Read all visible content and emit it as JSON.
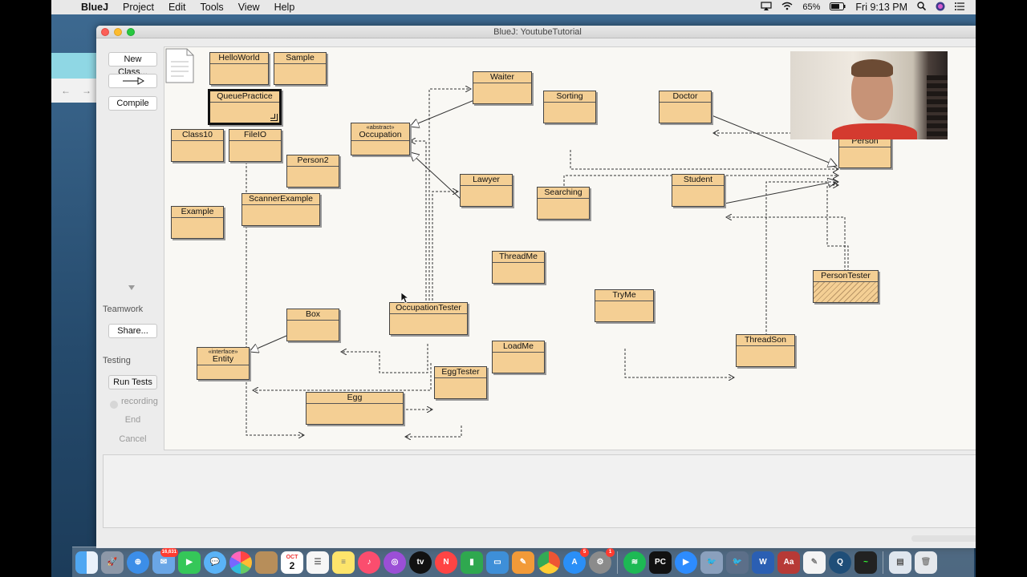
{
  "menubar": {
    "apple_icon": "apple-icon",
    "items": [
      "BlueJ",
      "Project",
      "Edit",
      "Tools",
      "View",
      "Help"
    ],
    "battery": "65%",
    "clock": "Fri 9:13 PM"
  },
  "window": {
    "title": "BlueJ:  YoutubeTutorial"
  },
  "sidebar": {
    "new_class": "New Class...",
    "compile": "Compile",
    "teamwork_label": "Teamwork",
    "share": "Share...",
    "testing_label": "Testing",
    "run_tests": "Run Tests",
    "recording": "recording",
    "end": "End",
    "cancel": "Cancel"
  },
  "classes": {
    "helloworld": "HelloWorld",
    "sample": "Sample",
    "queuepractice": "QueuePractice",
    "class10": "Class10",
    "fileio": "FileIO",
    "person2": "Person2",
    "scannerexample": "ScannerExample",
    "example": "Example",
    "occupation": "Occupation",
    "occupation_stereotype": "«abstract»",
    "waiter": "Waiter",
    "lawyer": "Lawyer",
    "sorting": "Sorting",
    "searching": "Searching",
    "doctor": "Doctor",
    "person": "Person",
    "student": "Student",
    "threadme": "ThreadMe",
    "occupationtester": "OccupationTester",
    "box": "Box",
    "entity": "Entity",
    "entity_stereotype": "«interface»",
    "eggtester": "EggTester",
    "egg": "Egg",
    "loadme": "LoadMe",
    "tryme": "TryMe",
    "threadson": "ThreadSon",
    "persontester": "PersonTester"
  },
  "colors": {
    "class_fill": "#f4cf94",
    "canvas_bg": "#f9f8f4",
    "window_bg": "#ececec"
  },
  "dock": {
    "icons": [
      "finder-icon",
      "launchpad-icon",
      "safari-icon",
      "mail-icon",
      "facetime-icon",
      "messages-icon",
      "photos-icon",
      "contacts-icon",
      "calendar-icon",
      "reminders-icon",
      "notes-icon",
      "music-icon",
      "podcasts-icon",
      "tv-icon",
      "news-icon",
      "numbers-icon",
      "keynote-icon",
      "pages-icon",
      "chrome-icon",
      "app-store-icon",
      "system-preferences-icon",
      "spotify-icon",
      "pycharm-icon",
      "zoom-icon",
      "bluej-icon",
      "bluej-2-icon",
      "word-icon",
      "dictionary-icon",
      "textedit-icon",
      "quicktime-icon",
      "activity-monitor-icon",
      "documents-icon",
      "trash-icon"
    ],
    "mail_badge": "16,631",
    "calendar_badge": "OCT",
    "calendar_day": "2",
    "app_store_badge": "5",
    "system_preferences_badge": "1"
  }
}
